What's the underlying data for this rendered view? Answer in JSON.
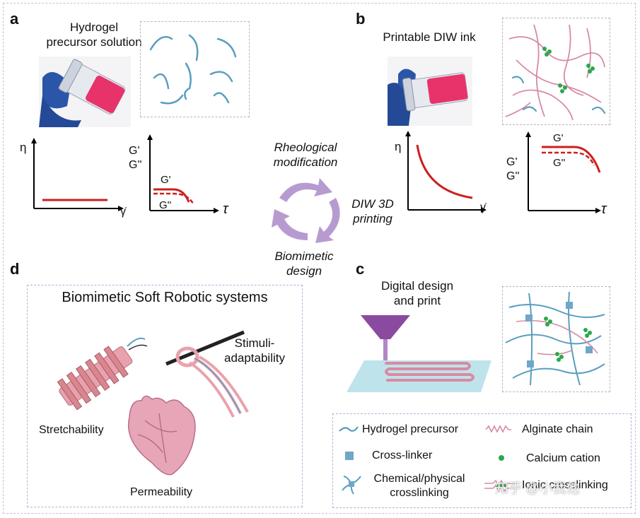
{
  "panels": {
    "a": {
      "letter": "a",
      "title_line1": "Hydrogel",
      "title_line2": "precursor solution",
      "plot1": {
        "ylabel": "η",
        "xlabel": "γ̇"
      },
      "plot2": {
        "ylabel_line1": "G'",
        "ylabel_line2": "G''",
        "xlabel": "τ",
        "g1": "G'",
        "g2": "G''"
      }
    },
    "b": {
      "letter": "b",
      "title": "Printable DIW ink",
      "plot1": {
        "ylabel": "η",
        "xlabel": "γ̇"
      },
      "plot2": {
        "ylabel_line1": "G'",
        "ylabel_line2": "G''",
        "xlabel": "τ",
        "g1": "G'",
        "g2": "G''"
      }
    },
    "c": {
      "letter": "c",
      "title_line1": "Digital design",
      "title_line2": "and print"
    },
    "d": {
      "letter": "d",
      "title": "Biomimetic Soft Robotic systems",
      "stretch": "Stretchability",
      "stimuli_line1": "Stimuli-",
      "stimuli_line2": "adaptability",
      "perm": "Permeability"
    }
  },
  "cycle": {
    "step1_line1": "Rheological",
    "step1_line2": "modification",
    "step2_line1": "DIW 3D",
    "step2_line2": "printing",
    "step3_line1": "Biomimetic",
    "step3_line2": "design"
  },
  "legend": {
    "hydrogel": "Hydrogel precursor",
    "alginate": "Alginate chain",
    "crosslinker": "Cross-linker",
    "calcium": "Calcium cation",
    "chem_line1": "Chemical/physical",
    "chem_line2": "crosslinking",
    "ionic": "Ionic crosslinking"
  },
  "watermark": "知乎 @小我他",
  "colors": {
    "hydrogel": "#5a9ec0",
    "alginate": "#d98aa3",
    "calcium": "#2aa84a",
    "curve": "#cc1f1f",
    "arrow": "#b79bd0",
    "pink": "#e8336a"
  }
}
